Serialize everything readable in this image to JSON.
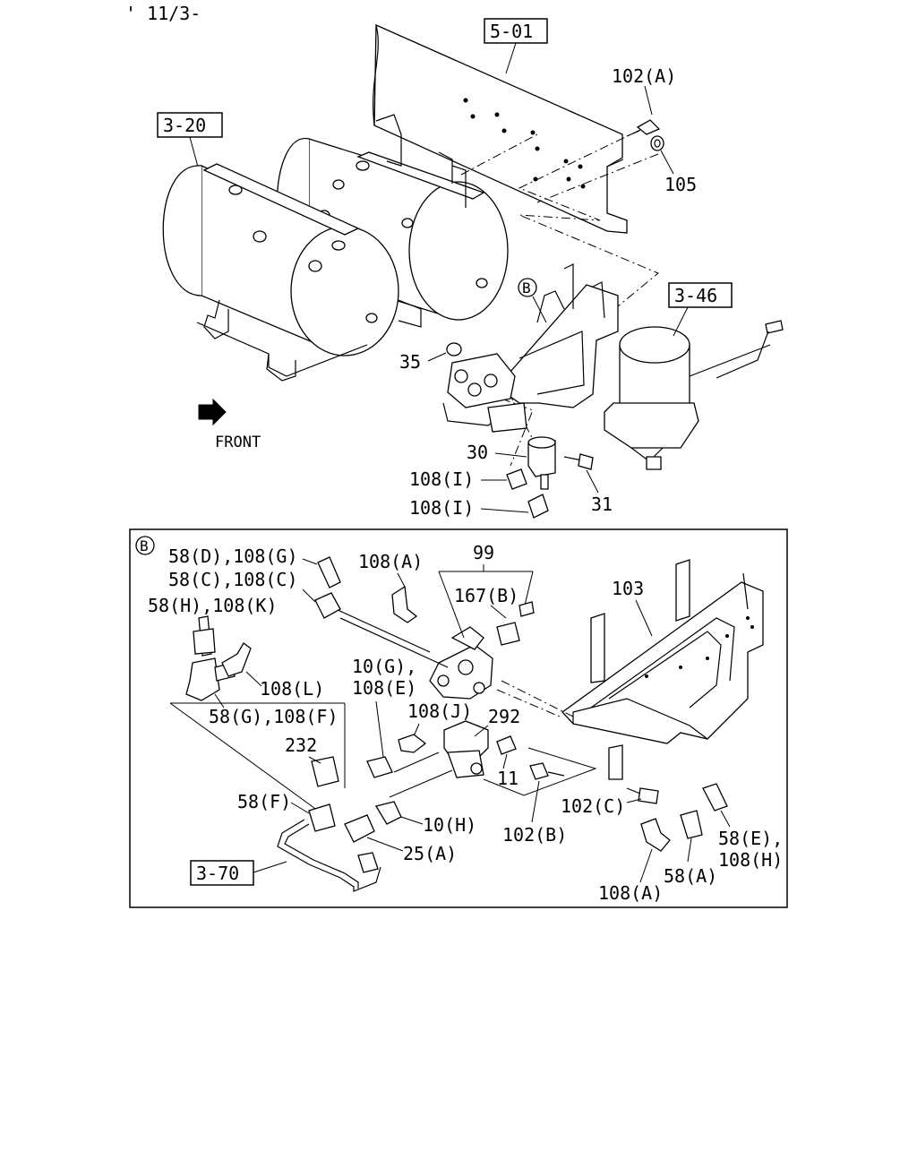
{
  "header": {
    "code": "' 11/3-"
  },
  "refs": {
    "r501": "5-01",
    "r320": "3-20",
    "r346": "3-46",
    "r370": "3-70"
  },
  "labels": {
    "l102a": "102(A)",
    "l105": "105",
    "l35": "35",
    "l30": "30",
    "l31": "31",
    "l108i_1": "108(I)",
    "l108i_2": "108(I)",
    "front": "FRONT",
    "circleB": "B",
    "detailB": "B"
  },
  "detail": {
    "l58d_108g": "58(D),108(G)",
    "l58c_108c": "58(C),108(C)",
    "l58h_108k": "58(H),108(K)",
    "l108a_top": "108(A)",
    "l99": "99",
    "l167b": "167(B)",
    "l103": "103",
    "l108l": "108(L)",
    "l58g_108f": "58(G),108(F)",
    "l10g": "10(G),",
    "l108e": "108(E)",
    "l108j": "108(J)",
    "l292": "292",
    "l232": "232",
    "l11": "11",
    "l58f": "58(F)",
    "l10h": "10(H)",
    "l25a": "25(A)",
    "l102b": "102(B)",
    "l102c": "102(C)",
    "l58e": "58(E),",
    "l108h": "108(H)",
    "l58a": "58(A)",
    "l108a_bot": "108(A)"
  }
}
